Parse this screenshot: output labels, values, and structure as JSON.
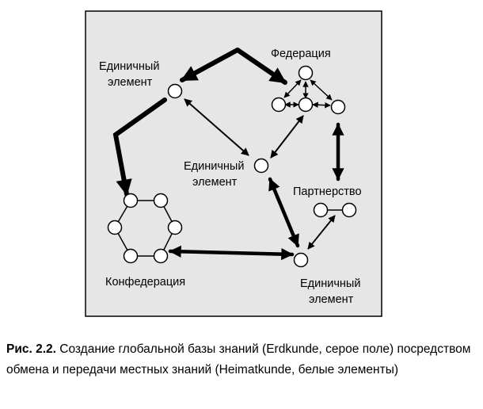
{
  "colors": {
    "field_background": "#e6e6e6",
    "border": "#000000",
    "node_fill": "#ffffff",
    "stroke": "#000000"
  },
  "labels": {
    "single_top_left_line1": "Единичный",
    "single_top_left_line2": "элемент",
    "federation": "Федерация",
    "single_center_line1": "Единичный",
    "single_center_line2": "элемент",
    "partnership": "Партнерство",
    "confederation": "Конфедерация",
    "single_bottom_right_line1": "Единичный",
    "single_bottom_right_line2": "элемент"
  },
  "caption": {
    "label": "Рис. 2.2.",
    "text": " Создание глобальной базы знаний (Erdkunde, серое поле) посредством обмена и передачи местных знаний (Heimatkunde, белые элементы)"
  }
}
